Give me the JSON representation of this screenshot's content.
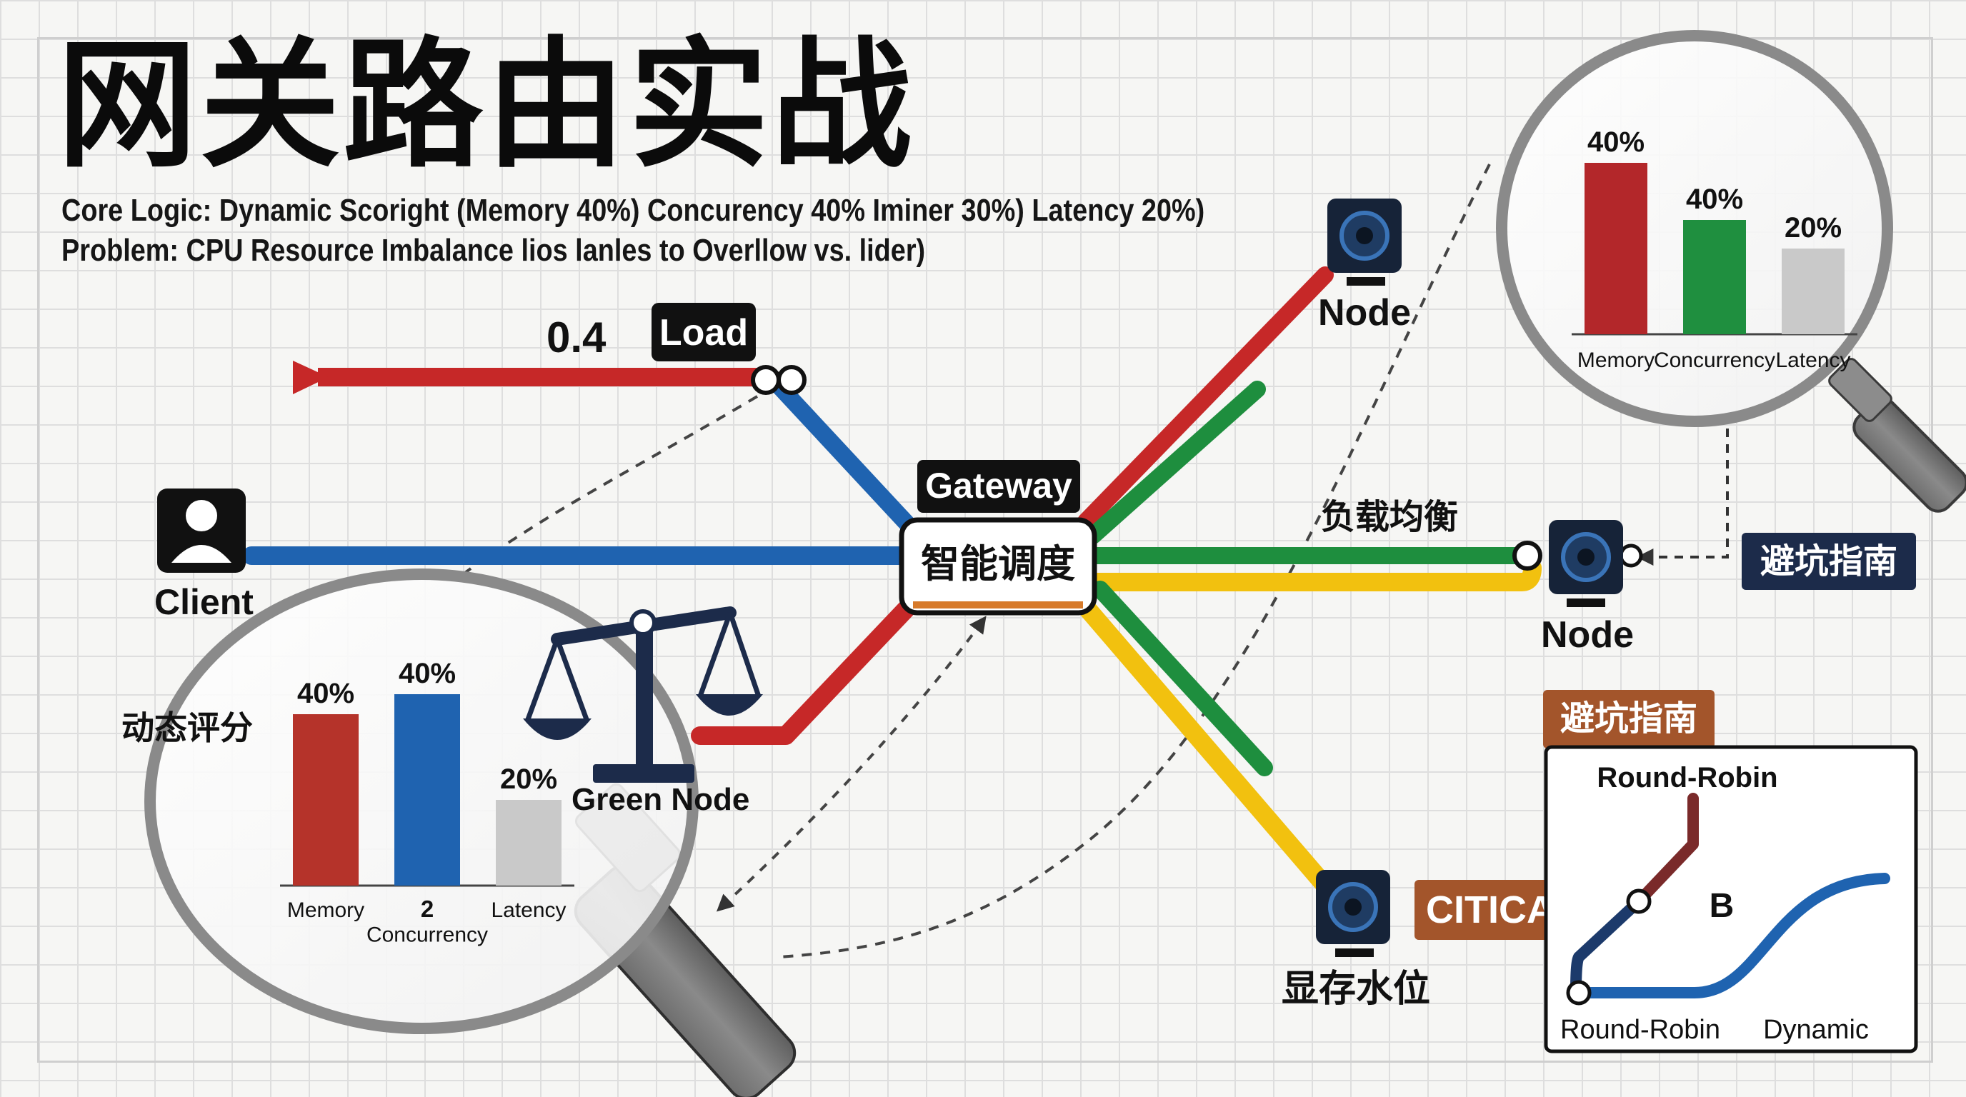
{
  "title": "网关路由实战",
  "subtitle_1": "Core Logic: Dynamic Scoright (Memory 40%) Concurency 40% Iminer 30%) Latency 20%)",
  "subtitle_2": "Problem: CPU Resource Imbalance lios lanles to Overllow vs. lider)",
  "load_value": "0.4",
  "load_label": "Load",
  "client_label": "Client",
  "gateway_label": "Gateway",
  "gateway_box_label": "智能调度",
  "node_top_label": "Node",
  "node_mid_label": "Node",
  "node_bottom_label": "显存水位",
  "load_balance_label": "负载均衡",
  "pitfall_tag_right": "避坑指南",
  "pitfall_tag_inset": "避坑指南",
  "critical_label": "CITICAL",
  "green_node_label": "Green Node",
  "dynamic_score_label": "动态评分",
  "inset": {
    "top_label": "Round-Robin",
    "mid_label": "B",
    "bottom_left_label": "Round-Robin",
    "bottom_right_label": "Dynamic"
  },
  "colors": {
    "red": "#c62828",
    "blue": "#1f63b0",
    "green": "#1e8e3e",
    "yellow": "#f2c10f",
    "orange_brown": "#a3552b",
    "navy": "#1c2b4a",
    "dark": "#111111"
  },
  "chart_data": [
    {
      "type": "bar",
      "categories": [
        "Memory",
        "Concurrency",
        "Latency"
      ],
      "values": [
        40,
        40,
        20
      ],
      "data_labels": [
        "40%",
        "40%",
        "20%"
      ],
      "colors": [
        "#b3272a",
        "#1f8f3f",
        "#c9c9c9"
      ],
      "ylim": [
        0,
        50
      ]
    },
    {
      "type": "bar",
      "categories": [
        "Memory",
        "2\nConcurrency",
        "Latency"
      ],
      "values": [
        40,
        40,
        20
      ],
      "data_labels": [
        "40%",
        "40%",
        "20%"
      ],
      "colors": [
        "#b5332a",
        "#1f63b0",
        "#c9c9c9"
      ],
      "ylim": [
        0,
        50
      ]
    }
  ]
}
